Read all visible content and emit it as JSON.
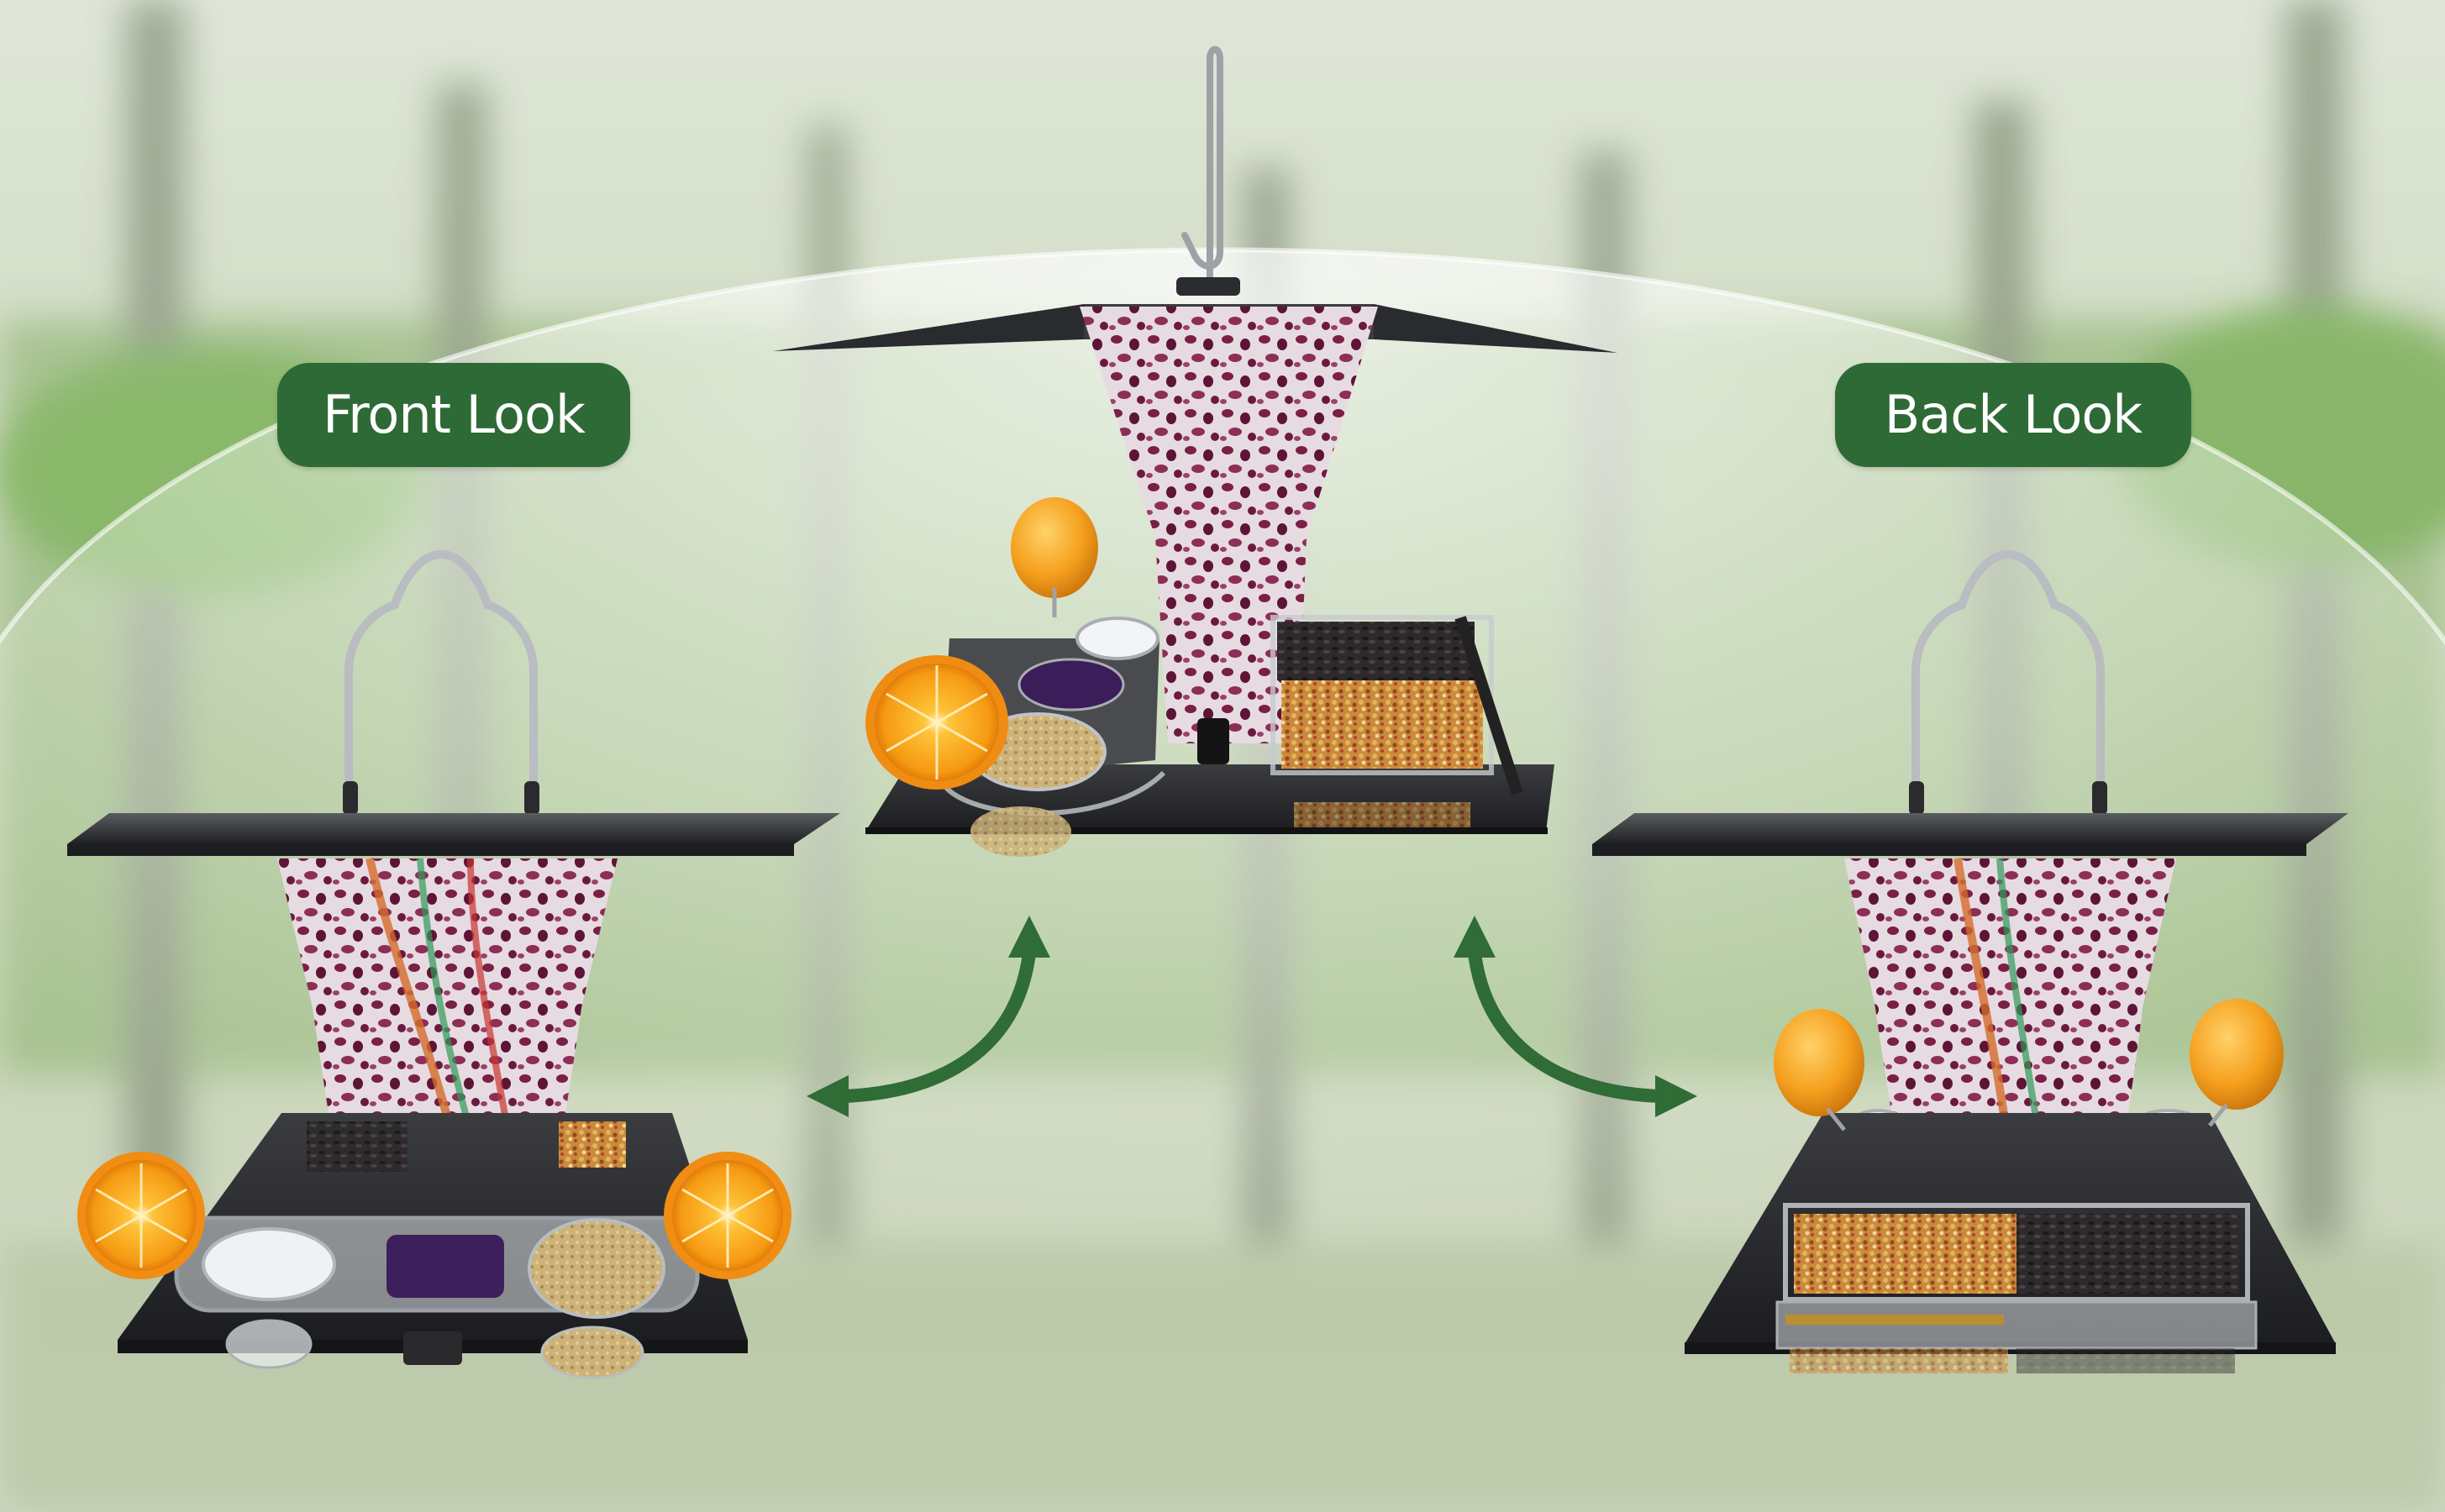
{
  "labels": {
    "front": "Front Look",
    "back": "Back Look"
  },
  "colors": {
    "badge_green": "#2e6a35",
    "badge_text": "#ffffff",
    "arrow_green": "#2f6c36",
    "roof_dark": "#2c2d30",
    "vase_purple": "#6d1f3e",
    "orange": "#f39a1c"
  },
  "scene": {
    "background": "blurred-forest",
    "feeders": [
      "front-view-feeder",
      "top-view-feeder",
      "back-view-feeder"
    ],
    "arrows": [
      "left-curved-double-arrow",
      "right-curved-double-arrow"
    ]
  }
}
